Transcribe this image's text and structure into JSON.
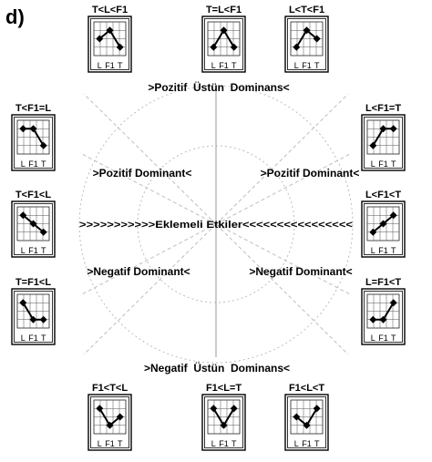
{
  "figure_label": "d)",
  "region_labels": {
    "top": ">Pozitif  Üstün  Dominans<",
    "upper_left": ">Pozitif Dominant<",
    "upper_right": ">Pozitif Dominant<",
    "middle": ">>>>>>>>>>>Eklemeli Etkiler<<<<<<<<<<<<<<<<",
    "lower_left": ">Negatif Dominant<",
    "lower_right": ">Negatif Dominant<",
    "bottom": ">Negatif  Üstün  Dominans<"
  },
  "axis_categories": [
    "L",
    "F1",
    "T"
  ],
  "chart_data": [
    {
      "type": "line",
      "title": "T<L<F1",
      "categories": [
        "L",
        "F1",
        "T"
      ],
      "values": [
        2,
        3,
        1
      ],
      "ylim": [
        0,
        4
      ]
    },
    {
      "type": "line",
      "title": "T=L<F1",
      "categories": [
        "L",
        "F1",
        "T"
      ],
      "values": [
        1,
        3,
        1
      ],
      "ylim": [
        0,
        4
      ]
    },
    {
      "type": "line",
      "title": "L<T<F1",
      "categories": [
        "L",
        "F1",
        "T"
      ],
      "values": [
        1,
        3,
        2
      ],
      "ylim": [
        0,
        4
      ]
    },
    {
      "type": "line",
      "title": "T<F1=L",
      "categories": [
        "L",
        "F1",
        "T"
      ],
      "values": [
        3,
        3,
        1
      ],
      "ylim": [
        0,
        4
      ]
    },
    {
      "type": "line",
      "title": "L<F1=T",
      "categories": [
        "L",
        "F1",
        "T"
      ],
      "values": [
        1,
        3,
        3
      ],
      "ylim": [
        0,
        4
      ]
    },
    {
      "type": "line",
      "title": "T<F1<L",
      "categories": [
        "L",
        "F1",
        "T"
      ],
      "values": [
        3,
        2,
        1
      ],
      "ylim": [
        0,
        4
      ]
    },
    {
      "type": "line",
      "title": "L<F1<T",
      "categories": [
        "L",
        "F1",
        "T"
      ],
      "values": [
        1,
        2,
        3
      ],
      "ylim": [
        0,
        4
      ]
    },
    {
      "type": "line",
      "title": "T=F1<L",
      "categories": [
        "L",
        "F1",
        "T"
      ],
      "values": [
        3,
        1,
        1
      ],
      "ylim": [
        0,
        4
      ]
    },
    {
      "type": "line",
      "title": "L=F1<T",
      "categories": [
        "L",
        "F1",
        "T"
      ],
      "values": [
        1,
        1,
        3
      ],
      "ylim": [
        0,
        4
      ]
    },
    {
      "type": "line",
      "title": "F1<T<L",
      "categories": [
        "L",
        "F1",
        "T"
      ],
      "values": [
        3,
        1,
        2
      ],
      "ylim": [
        0,
        4
      ]
    },
    {
      "type": "line",
      "title": "F1<L=T",
      "categories": [
        "L",
        "F1",
        "T"
      ],
      "values": [
        3,
        1,
        3
      ],
      "ylim": [
        0,
        4
      ]
    },
    {
      "type": "line",
      "title": "F1<L<T",
      "categories": [
        "L",
        "F1",
        "T"
      ],
      "values": [
        2,
        1,
        3
      ],
      "ylim": [
        0,
        4
      ]
    }
  ]
}
